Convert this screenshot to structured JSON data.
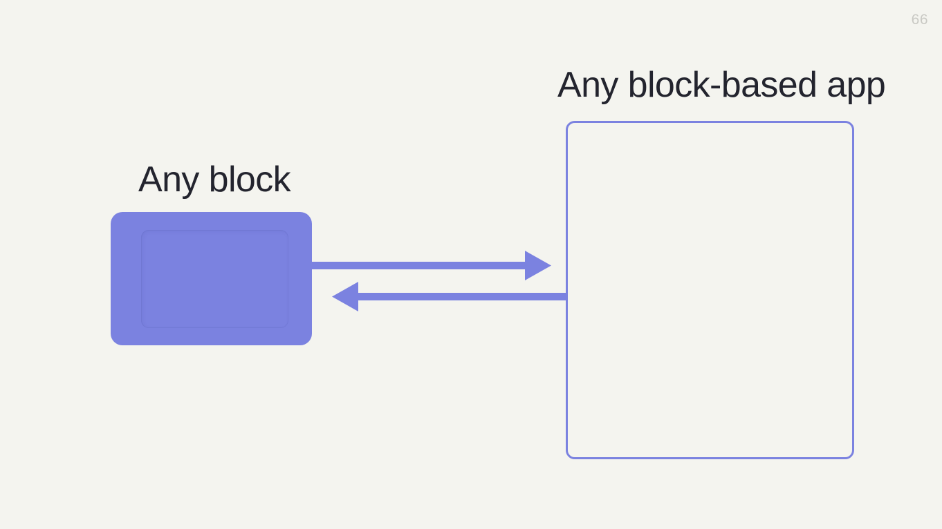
{
  "slide": {
    "page_number": "66",
    "background_color": "#f4f4ef",
    "accent_color": "#7b82e0",
    "text_color": "#23242e",
    "page_number_color": "#c9c9c4"
  },
  "diagram": {
    "left_node": {
      "label": "Any block",
      "shape": "rounded-rectangle",
      "fill": "#7b82e0"
    },
    "right_node": {
      "label": "Any block-based app",
      "shape": "rounded-rectangle-outline",
      "stroke": "#7b82e0"
    },
    "connectors": [
      {
        "name": "block-to-app-arrow",
        "direction": "right",
        "from": "Any block",
        "to": "Any block-based app",
        "color": "#7b82e0"
      },
      {
        "name": "app-to-block-arrow",
        "direction": "left",
        "from": "Any block-based app",
        "to": "Any block",
        "color": "#7b82e0"
      }
    ]
  }
}
